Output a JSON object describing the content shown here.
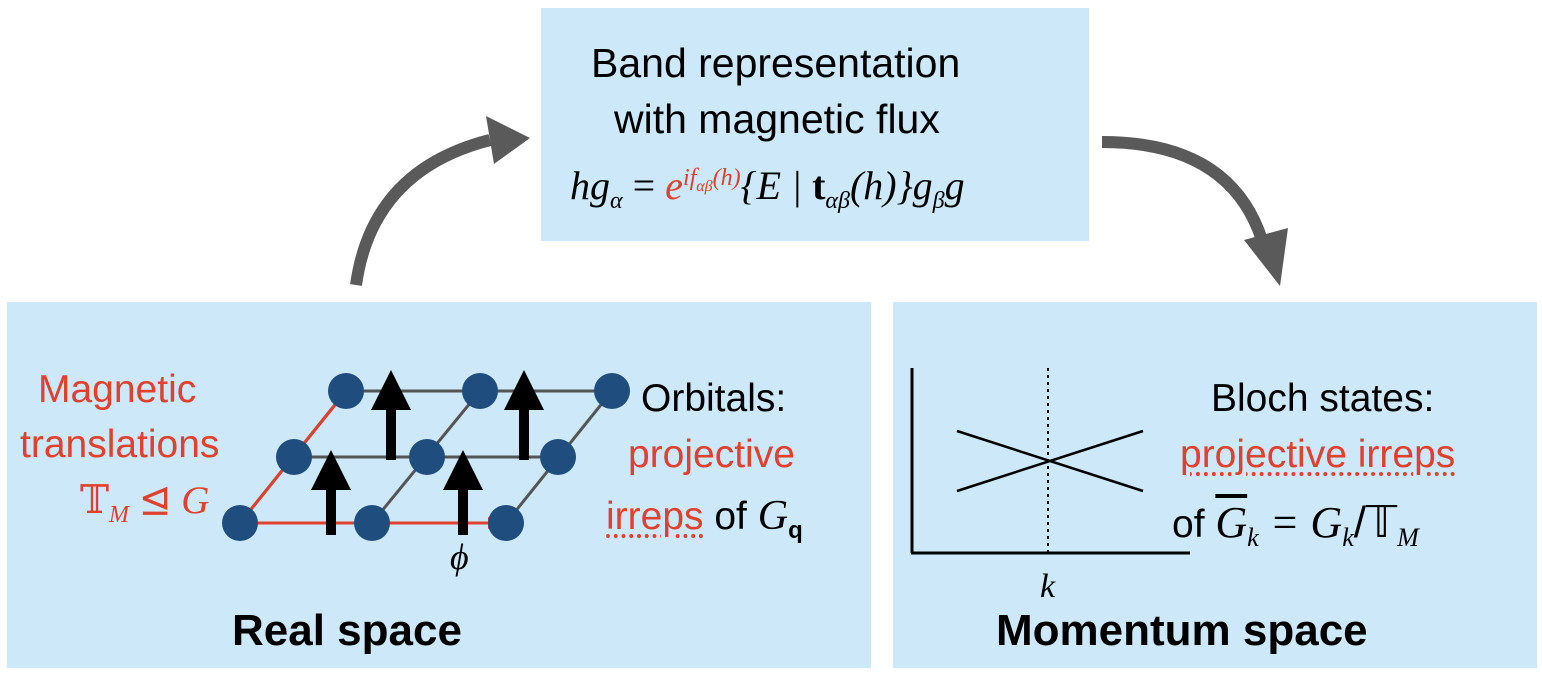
{
  "top": {
    "title_line1": "Band representation",
    "title_line2": "with magnetic flux",
    "formula": {
      "lhs": "hg",
      "lhs_sub": "α",
      "eq": "=",
      "exp_base": "e",
      "exp_power": "if",
      "exp_power_sub": "αβ",
      "exp_power_arg": "(h)",
      "brace_open": "{E | ",
      "bold_t": "t",
      "t_sub": "αβ",
      "brace_rest": "(h)}",
      "g1": "g",
      "g1_sub": "β",
      "g2": "g"
    }
  },
  "real_space": {
    "label": "Real space",
    "magnetic_line1": "Magnetic",
    "magnetic_line2": "translations",
    "subgroup_T": "𝕋",
    "subgroup_T_sub": "M",
    "subgroup_rel": " ⊴ ",
    "subgroup_G": "G",
    "orbitals_label": "Orbitals:",
    "projective": "projective",
    "irreps": "irreps",
    "of": " of ",
    "G": "G",
    "G_sub": "q",
    "phi": "ϕ"
  },
  "momentum_space": {
    "label": "Momentum space",
    "bloch_label": "Bloch states:",
    "projective_irreps": "projective irreps",
    "of": "of ",
    "Gtilde": "G",
    "Gtilde_sub": "k",
    "eq": " = ",
    "Gk": "G",
    "Gk_sub": "k",
    "slash": "/",
    "T": "𝕋",
    "T_sub": "M",
    "k_axis": "k"
  },
  "colors": {
    "panel": "#cce8f9",
    "accent_red": "#e0402e",
    "node_blue": "#1f4e7e",
    "arrow_gray": "#5a5a5a"
  }
}
